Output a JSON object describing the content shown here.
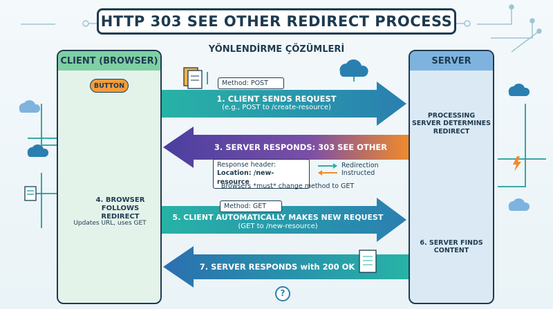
{
  "title": "HTTP 303 SEE OTHER REDIRECT PROCESS",
  "subtitle": "YÖNLENDİRME ÇÖZÜMLERİ",
  "client": {
    "heading": "CLIENT (BROWSER)",
    "button_label": "BUTTON",
    "step4_line1": "4. BROWSER",
    "step4_line2": "FOLLOWS",
    "step4_line3": "REDIRECT",
    "step4_note": "Updates URL, uses GET"
  },
  "server": {
    "heading": "SERVER",
    "processing_line1": "PROCESSING",
    "processing_line2": "SERVER DETERMINES",
    "processing_line3": "REDIRECT",
    "step6_line1": "6. SERVER FINDS",
    "step6_line2": "CONTENT"
  },
  "steps": {
    "step1_tag": "Method: POST",
    "step1_line1": "1. CLIENT SENDS REQUEST",
    "step1_line2": "(e.g., POST to /create-resource)",
    "step3_text": "3. SERVER RESPONDS: 303 SEE OTHER",
    "step3_header_label": "Response header:",
    "step3_location": "Location: /new-resource",
    "step3_redirect_line1": "Redirection",
    "step3_redirect_line2": "Instructed",
    "step3_note": "Browsers *must* change method to GET",
    "step5_tag": "Method: GET",
    "step5_line1": "5. CLIENT AUTOMATICALLY MAKES NEW REQUEST",
    "step5_line2": "(GET to /new-resource)",
    "step7_text": "7. SERVER RESPONDS with 200 OK",
    "help_glyph": "?"
  },
  "colors": {
    "navy": "#1d3b50",
    "teal": "#1f9e9a",
    "purple": "#5a3e99",
    "orange": "#f08a2c",
    "client_green": "#7fcfa4",
    "server_blue": "#7eb3df"
  },
  "icons": [
    "gear-icon",
    "database-icon",
    "hand-cursor-icon",
    "laptop-icon",
    "tablet-icon",
    "cloud-icon",
    "document-icon",
    "server-rack-icon",
    "lightning-icon",
    "code-icon"
  ]
}
